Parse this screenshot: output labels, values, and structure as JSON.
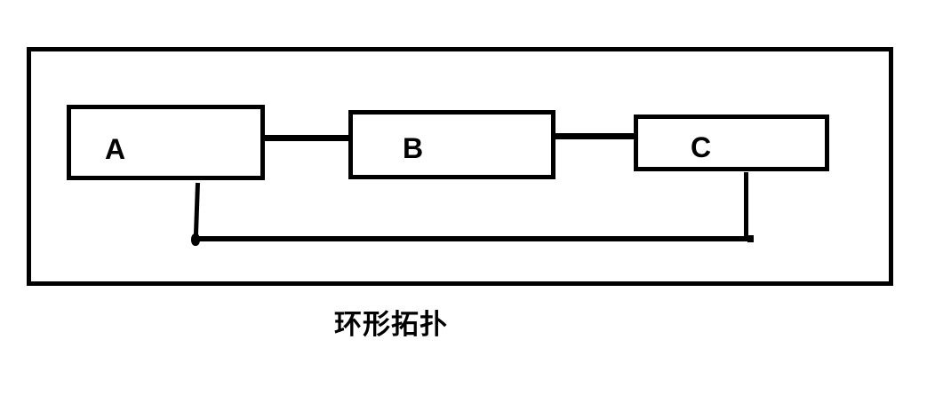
{
  "diagram": {
    "type": "network-topology",
    "caption": "环形拓扑",
    "nodes": [
      {
        "id": "A",
        "label": "A"
      },
      {
        "id": "B",
        "label": "B"
      },
      {
        "id": "C",
        "label": "C"
      }
    ],
    "links": [
      {
        "from": "A",
        "to": "B",
        "style": "horizontal"
      },
      {
        "from": "B",
        "to": "C",
        "style": "horizontal"
      },
      {
        "from": "C",
        "to": "A",
        "style": "ring-return"
      }
    ],
    "colors": {
      "line": "#000000",
      "text": "#000000",
      "background": "#ffffff"
    }
  }
}
